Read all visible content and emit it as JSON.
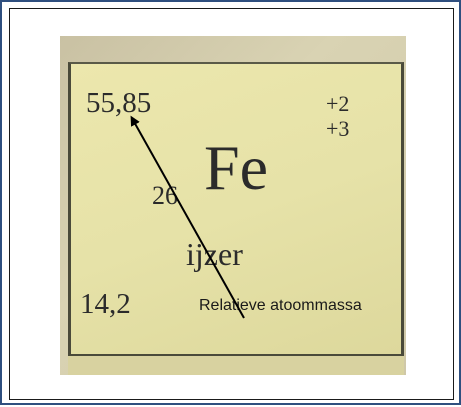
{
  "element_tile": {
    "atomic_mass": "55,85",
    "oxidation_states": [
      "+2",
      "+3"
    ],
    "atomic_number": "26",
    "symbol": "Fe",
    "name": "ijzer",
    "extra_value": "14,2"
  },
  "annotation": {
    "label": "Relatieve atoommassa"
  },
  "colors": {
    "tile_background": "#e8e4aa",
    "frame_border": "#2f4f7f",
    "arrow": "#000000"
  }
}
